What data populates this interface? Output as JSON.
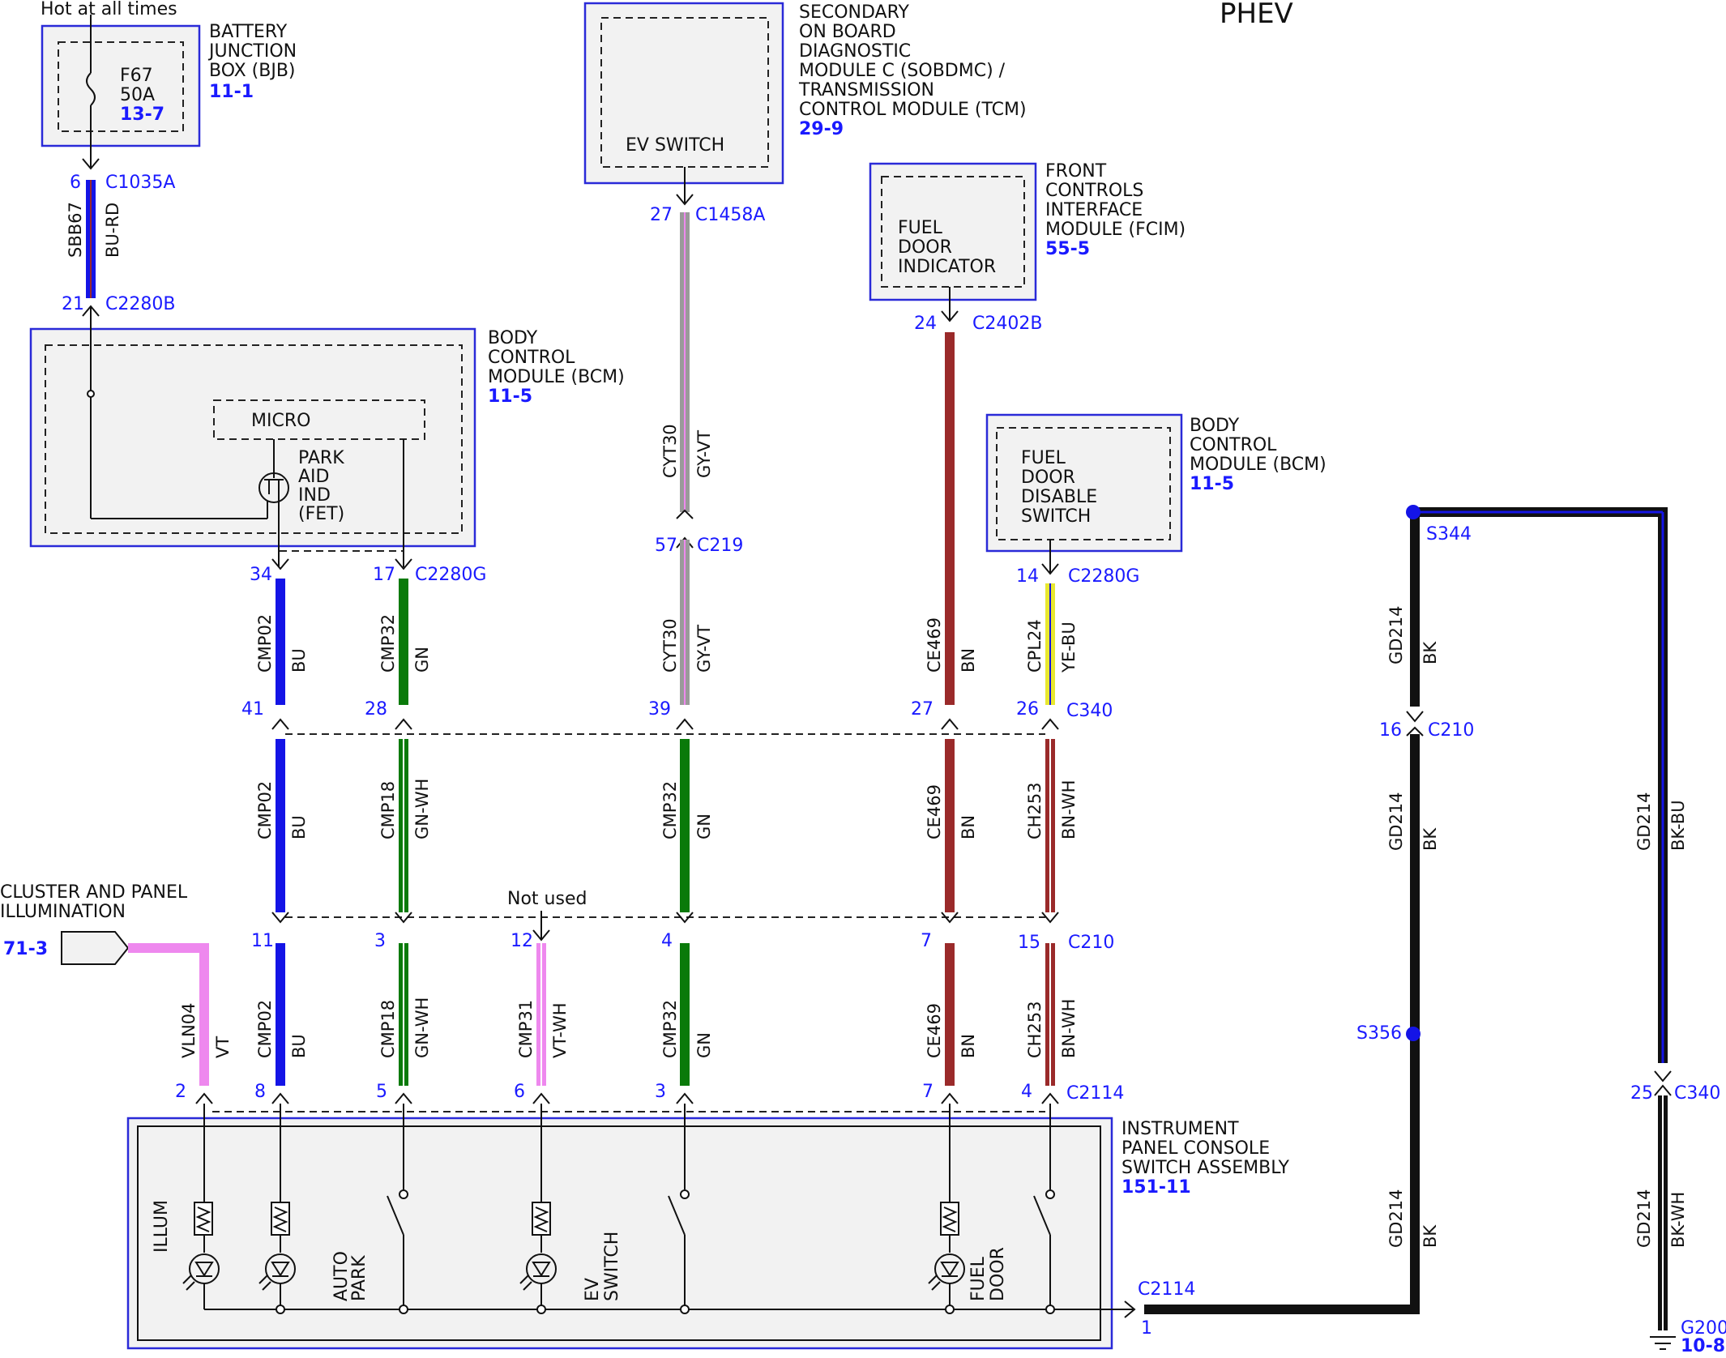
{
  "title": "PHEV",
  "note_hot": "Hot at all times",
  "note_not_used": "Not used",
  "modules": {
    "bjb": {
      "lines": [
        "BATTERY",
        "JUNCTION",
        "BOX (BJB)"
      ],
      "ref": "11-1",
      "fuse": "F67",
      "amps": "50A",
      "fuse_ref": "13-7"
    },
    "sobdmc": {
      "lines": [
        "SECONDARY",
        "ON BOARD",
        "DIAGNOSTIC",
        "MODULE C (SOBDMC) /",
        "TRANSMISSION",
        "CONTROL MODULE (TCM)"
      ],
      "ref": "29-9",
      "inner": "EV SWITCH"
    },
    "fcim": {
      "lines": [
        "FRONT",
        "CONTROLS",
        "INTERFACE",
        "MODULE (FCIM)"
      ],
      "ref": "55-5",
      "inner": [
        "FUEL",
        "DOOR",
        "INDICATOR"
      ]
    },
    "bcm1": {
      "lines": [
        "BODY",
        "CONTROL",
        "MODULE (BCM)"
      ],
      "ref": "11-5",
      "micro": "MICRO",
      "fet": [
        "PARK",
        "AID",
        "IND",
        "(FET)"
      ]
    },
    "bcm2": {
      "lines": [
        "BODY",
        "CONTROL",
        "MODULE (BCM)"
      ],
      "ref": "11-5",
      "inner": [
        "FUEL",
        "DOOR",
        "DISABLE",
        "SWITCH"
      ]
    },
    "ipc": {
      "lines": [
        "INSTRUMENT",
        "PANEL CONSOLE",
        "SWITCH ASSEMBLY"
      ],
      "ref": "151-11"
    },
    "cluster": {
      "lines": [
        "CLUSTER AND PANEL",
        "ILLUMINATION"
      ],
      "ref": "71-3"
    }
  },
  "connectors": {
    "c1035a": "C1035A",
    "c2280b": "C2280B",
    "c2280g": "C2280G",
    "c1458a": "C1458A",
    "c219": "C219",
    "c2402b": "C2402B",
    "c340": "C340",
    "c210": "C210",
    "c2114": "C2114",
    "g200": "G200"
  },
  "splices": {
    "s344": "S344",
    "s356": "S356"
  },
  "ground_ref": "10-8",
  "switch_labels": {
    "illum": "ILLUM",
    "auto": "AUTO",
    "park": "PARK",
    "ev": "EV",
    "switch": "SWITCH",
    "fuel": "FUEL",
    "door": "DOOR"
  },
  "pins": {
    "bjb_out": "6",
    "bcm_in": "21",
    "a_top": "34",
    "b_top": "17",
    "cyt_top": "27",
    "cyt_mid": "57",
    "fcim_pin": "24",
    "cpl_top": "14",
    "a340": "41",
    "b340": "28",
    "c340": "39",
    "d340": "27",
    "e340": "26",
    "a210": "11",
    "b210": "3",
    "n210": "12",
    "c210": "4",
    "d210": "7",
    "e210": "15",
    "v2114": "2",
    "a2114": "8",
    "b2114": "5",
    "n2114": "6",
    "c2114": "3",
    "d2114": "7",
    "e2114": "4",
    "gnd2114": "1",
    "s210": "16",
    "s340": "25"
  },
  "wires": [
    {
      "id": "sbb67",
      "circuit": "SBB67",
      "color": "BU-RD"
    },
    {
      "id": "cmp02a",
      "circuit": "CMP02",
      "color": "BU"
    },
    {
      "id": "cmp32a",
      "circuit": "CMP32",
      "color": "GN"
    },
    {
      "id": "cyt30a",
      "circuit": "CYT30",
      "color": "GY-VT"
    },
    {
      "id": "cyt30b",
      "circuit": "CYT30",
      "color": "GY-VT"
    },
    {
      "id": "ce469a",
      "circuit": "CE469",
      "color": "BN"
    },
    {
      "id": "cpl24",
      "circuit": "CPL24",
      "color": "YE-BU"
    },
    {
      "id": "cmp02b",
      "circuit": "CMP02",
      "color": "BU"
    },
    {
      "id": "cmp18a",
      "circuit": "CMP18",
      "color": "GN-WH"
    },
    {
      "id": "cmp32b",
      "circuit": "CMP32",
      "color": "GN"
    },
    {
      "id": "ce469b",
      "circuit": "CE469",
      "color": "BN"
    },
    {
      "id": "ch253a",
      "circuit": "CH253",
      "color": "BN-WH"
    },
    {
      "id": "vln04",
      "circuit": "VLN04",
      "color": "VT"
    },
    {
      "id": "cmp02c",
      "circuit": "CMP02",
      "color": "BU"
    },
    {
      "id": "cmp18b",
      "circuit": "CMP18",
      "color": "GN-WH"
    },
    {
      "id": "cmp31",
      "circuit": "CMP31",
      "color": "VT-WH"
    },
    {
      "id": "cmp32c",
      "circuit": "CMP32",
      "color": "GN"
    },
    {
      "id": "ce469c",
      "circuit": "CE469",
      "color": "BN"
    },
    {
      "id": "ch253b",
      "circuit": "CH253",
      "color": "BN-WH"
    },
    {
      "id": "gd214a",
      "circuit": "GD214",
      "color": "BK"
    },
    {
      "id": "gd214b",
      "circuit": "GD214",
      "color": "BK"
    },
    {
      "id": "gd214c",
      "circuit": "GD214",
      "color": "BK"
    },
    {
      "id": "gd214d",
      "circuit": "GD214",
      "color": "BK-BU"
    },
    {
      "id": "gd214e",
      "circuit": "GD214",
      "color": "BK-WH"
    }
  ],
  "colors": {
    "blue": "#1414e6",
    "green": "#0a7a0a",
    "brown": "#9a2a2a",
    "gray": "#9a9a9a",
    "violet": "#ee88ee",
    "yellow": "#e8e830",
    "black": "#111111",
    "label_blue": "#1a1aff"
  }
}
